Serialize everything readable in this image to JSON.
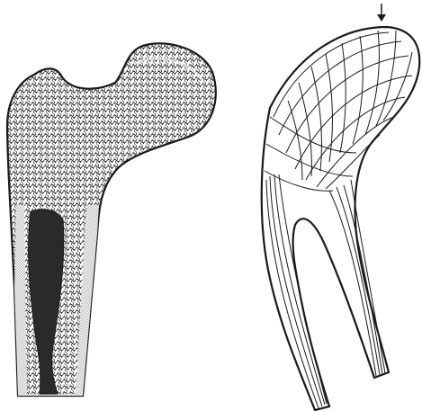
{
  "figure": {
    "panels": [
      {
        "id": "femur-section",
        "subject": "bone"
      },
      {
        "id": "crane-model",
        "subject": "stress-trajectories"
      }
    ],
    "colors": {
      "background": "#ffffff",
      "ink": "#1a1a1a",
      "stipple": "#333333",
      "marrow": "#2a2a2a"
    },
    "icons": [
      "load-arrow-icon"
    ]
  }
}
